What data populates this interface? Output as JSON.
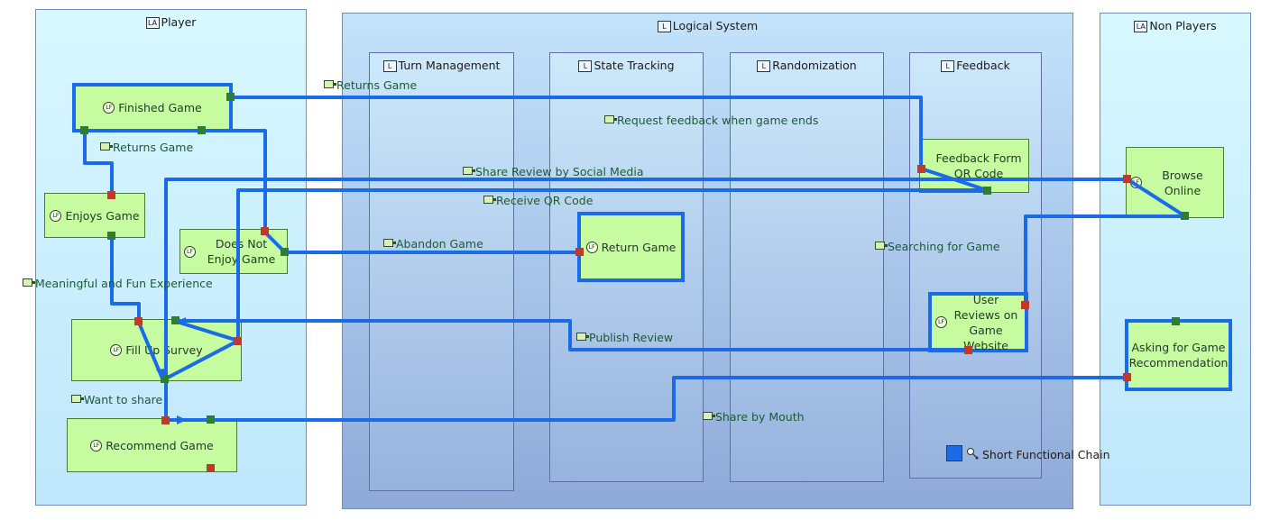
{
  "actors": {
    "player": "Player",
    "logical_system": "Logical System",
    "non_players": "Non Players"
  },
  "subsystems": {
    "turn_management": "Turn Management",
    "state_tracking": "State Tracking",
    "randomization": "Randomization",
    "feedback": "Feedback"
  },
  "functions": {
    "finished_game": "Finished Game",
    "enjoys_game": "Enjoys Game",
    "does_not_enjoy_game": "Does Not Enjoy Game",
    "fill_up_survey": "Fill Up Survey",
    "recommend_game": "Recommend Game",
    "return_game": "Return Game",
    "feedback_form_qr": "Feedback Form QR Code",
    "user_reviews": "User Reviews on Game Website",
    "browse_online": "Browse Online",
    "asking_recommendation": "Asking for Game Recommendation"
  },
  "exchanges": {
    "returns_game_top": "Returns Game",
    "returns_game_left": "Returns Game",
    "request_feedback": "Request feedback when game ends",
    "share_review_social": "Share Review by Social Media",
    "receive_qr": "Receive QR Code",
    "abandon_game": "Abandon Game",
    "searching_for_game": "Searching for Game",
    "meaningful_fun": "Meaningful and Fun Experience",
    "publish_review": "Publish Review",
    "want_to_share": "Want to share",
    "share_by_mouth": "Share by Mouth"
  },
  "icons": {
    "container": "logical-component-icon",
    "function": "logical-function-icon",
    "exchange": "functional-exchange-icon",
    "legend": "functional-chain-icon"
  },
  "legend": {
    "label": "Short Functional Chain",
    "color": "#1a6be8"
  },
  "colors": {
    "chain": "#1a6be8",
    "function_fill": "#c6fba0",
    "port_in": "#c0392b",
    "port_out": "#2e7d32"
  }
}
